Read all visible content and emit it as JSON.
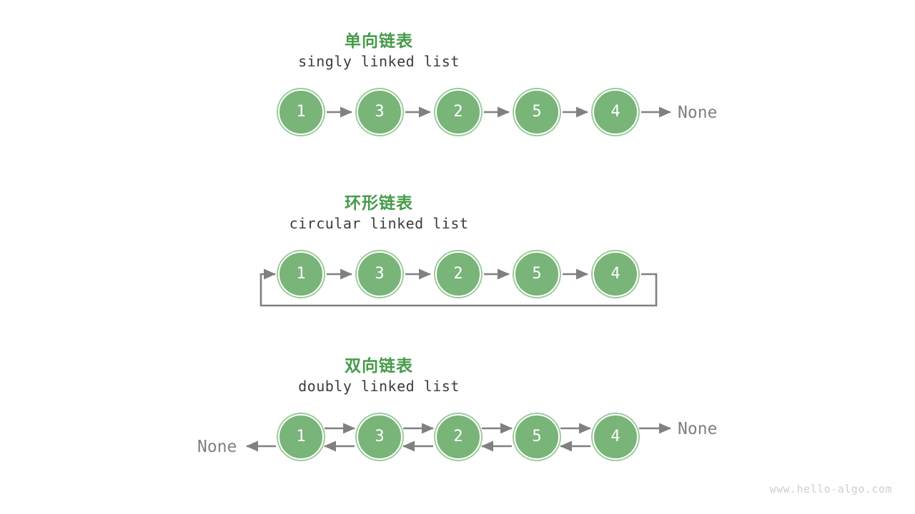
{
  "page": {
    "background_color": "#ffffff",
    "watermark": "www.hello-algo.com"
  },
  "theme": {
    "node_fill": "#79b479",
    "node_ring": "#9ccb9c",
    "node_text": "#ffffff",
    "title_color": "#469a4a",
    "subtitle_color": "#3c3c3c",
    "arrow_color": "#808080",
    "none_color": "#808080",
    "watermark_color": "#cfcfcf"
  },
  "sections": [
    {
      "id": "singly",
      "title": "单向链表",
      "subtitle": "singly linked list",
      "nodes": [
        "1",
        "3",
        "2",
        "5",
        "4"
      ],
      "tail_label": "None",
      "head_label": "",
      "loop_back": false
    },
    {
      "id": "circular",
      "title": "环形链表",
      "subtitle": "circular linked list",
      "nodes": [
        "1",
        "3",
        "2",
        "5",
        "4"
      ],
      "tail_label": "",
      "head_label": "",
      "loop_back": true
    },
    {
      "id": "doubly",
      "title": "双向链表",
      "subtitle": "doubly linked list",
      "nodes": [
        "1",
        "3",
        "2",
        "5",
        "4"
      ],
      "tail_label": "None",
      "head_label": "None",
      "loop_back": false
    }
  ]
}
